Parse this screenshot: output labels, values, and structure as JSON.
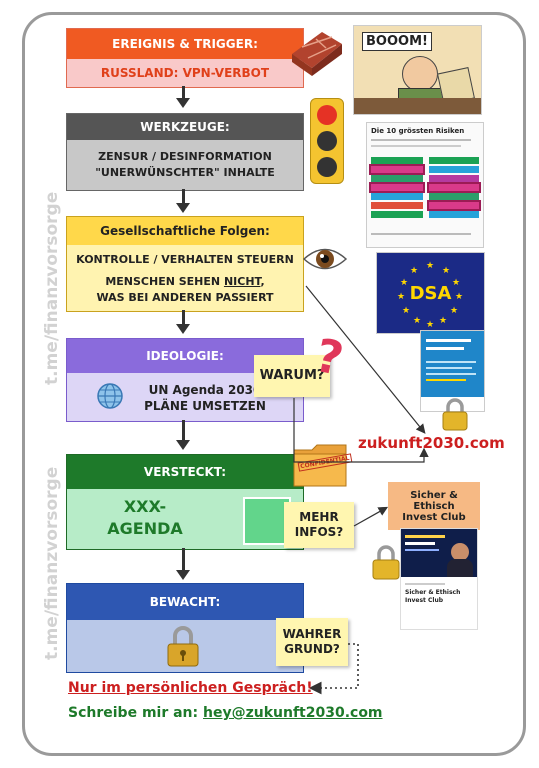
{
  "watermark": "t.me/finanzvorsorge",
  "blocks": {
    "trigger": {
      "title": "EREIGNIS & TRIGGER:",
      "subtitle": "RUSSLAND: VPN-VERBOT"
    },
    "tools": {
      "title": "WERKZEUGE:",
      "line1": "ZENSUR / DESINFORMATION",
      "line2": "\"UNERWÜNSCHTER\" INHALTE"
    },
    "consequences": {
      "title": "Gesellschaftliche Folgen:",
      "line1": "KONTROLLE / VERHALTEN STEUERN",
      "line2a": "MENSCHEN SEHEN ",
      "line2b": "NICHT",
      "line2c": ",",
      "line3": "WAS BEI ANDEREN PASSIERT"
    },
    "ideology": {
      "title": "IDEOLOGIE:",
      "line1": "UN Agenda 2030",
      "line2": "PLÄNE UMSETZEN"
    },
    "hidden": {
      "title": "VERSTECKT:",
      "line1": "XXX-",
      "line2": "AGENDA"
    },
    "guarded": {
      "title": "BEWACHT:"
    }
  },
  "notes": {
    "why": "WARUM?",
    "more_info_1": "MEHR",
    "more_info_2": "INFOS?",
    "true_reason_1": "WAHRER",
    "true_reason_2": "GRUND?"
  },
  "comic": {
    "boom": "BOOOM!"
  },
  "risk_report": {
    "title": "Die 10 grössten Risiken"
  },
  "dsa": {
    "label": "DSA"
  },
  "confidential": {
    "label": "CONFIDENTIAL"
  },
  "website": "zukunft2030.com",
  "club": {
    "name1": "Sicher & Ethisch",
    "name2": "Invest Club",
    "card_title": "Sicher & Ethisch Invest Club"
  },
  "footer": {
    "line1": "Nur im persönlichen Gespräch!",
    "line2_prefix": "Schreibe mir an: ",
    "email": "hey@zukunft2030.com"
  },
  "colors": {
    "orange": "#f05a22",
    "pink": "#f9c9c9",
    "darkgray": "#555555",
    "lightgray": "#c8c8c8",
    "yellow": "#ffd84a",
    "paleyellow": "#fff3b0",
    "purple": "#8a6bdc",
    "lavender": "#ddd6f6",
    "green": "#1e7a2a",
    "lightgreen": "#b7ecc8",
    "blue": "#2e57b2",
    "lightblue": "#b9c8e8",
    "red": "#cc1f1f"
  }
}
